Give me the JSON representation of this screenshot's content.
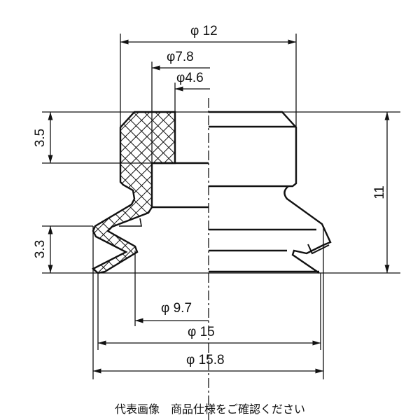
{
  "drawing": {
    "dimensions": {
      "outer_top_diameter": "φ 12",
      "inner_bore_diameter": "φ7.8",
      "port_diameter": "φ4.6",
      "top_height": "3.5",
      "lip_height": "3.3",
      "total_height": "11",
      "inner_lip_diameter": "φ 9.7",
      "pad_diameter": "φ 15",
      "max_diameter": "φ 15.8"
    },
    "stroke_color": "#111111"
  },
  "caption": "代表画像　商品仕様をご確認ください"
}
